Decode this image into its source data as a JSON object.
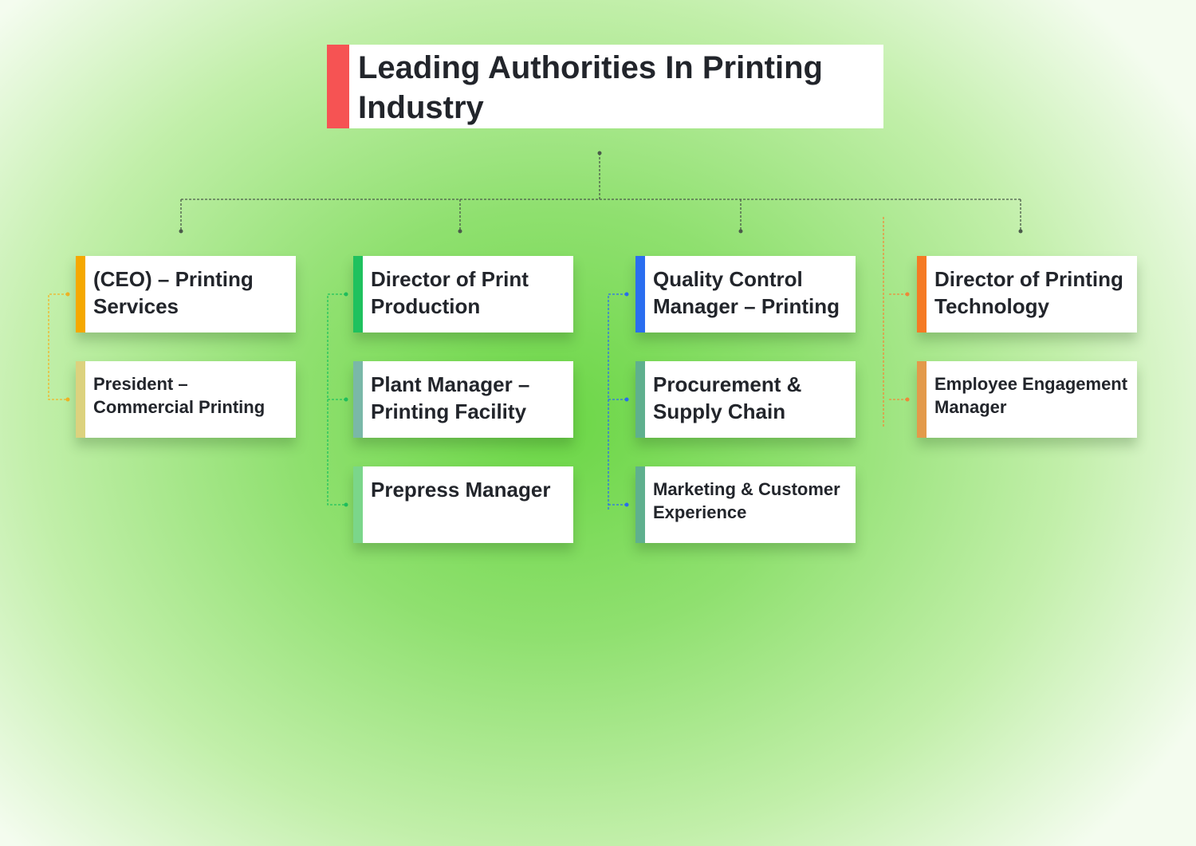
{
  "title": "Leading Authorities In Printing Industry",
  "colors": {
    "title_accent": "#f65353",
    "col1": "#f5a800",
    "col2": "#1fc15e",
    "col3": "#2a6ef0",
    "col4": "#f57a24"
  },
  "columns": [
    {
      "cards": [
        {
          "label": "(CEO) – Printing Services",
          "accent": "#f5a800"
        },
        {
          "label": "President – Commercial Printing",
          "accent": "#dcd27e"
        }
      ]
    },
    {
      "cards": [
        {
          "label": "Director of Print Production",
          "accent": "#1fc15e"
        },
        {
          "label": "Plant Manager – Printing Facility",
          "accent": "#7ab8a8"
        },
        {
          "label": "Prepress Manager",
          "accent": "#7bd68a"
        }
      ]
    },
    {
      "cards": [
        {
          "label": "Quality Control Manager – Printing",
          "accent": "#2a6ef0"
        },
        {
          "label": "Procurement & Supply Chain",
          "accent": "#5fb08e"
        },
        {
          "label": "Marketing & Customer Experience",
          "accent": "#5fb08e"
        }
      ]
    },
    {
      "cards": [
        {
          "label": "Director of Printing Technology",
          "accent": "#f57a24"
        },
        {
          "label": "Employee Engagement Manager",
          "accent": "#e39a4a"
        }
      ]
    }
  ]
}
